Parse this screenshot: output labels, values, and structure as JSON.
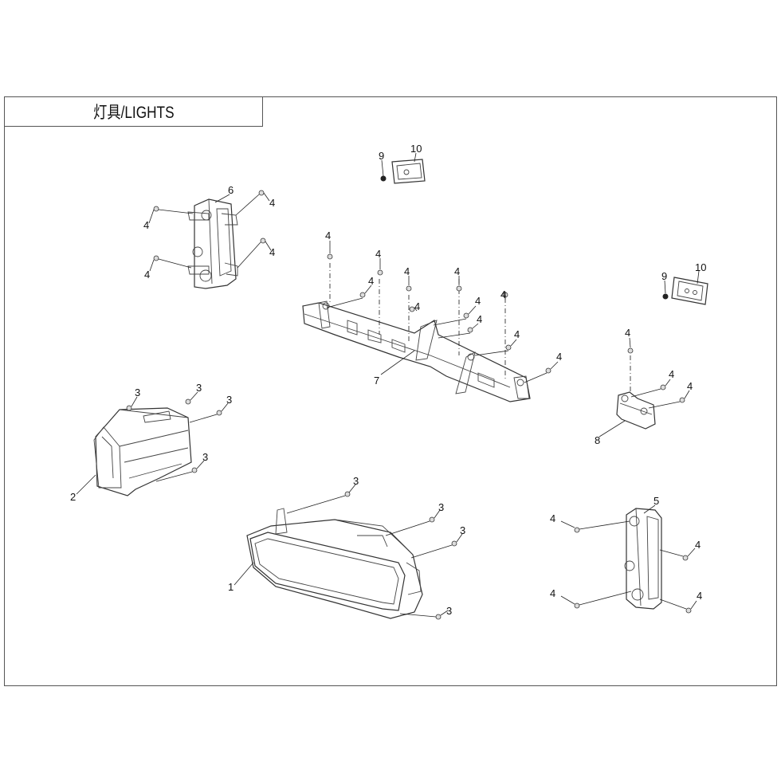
{
  "header": {
    "title": "灯具/LIGHTS"
  },
  "labels": {
    "n1": "1",
    "n2": "2",
    "n3": "3",
    "n4": "4",
    "n5": "5",
    "n6": "6",
    "n7": "7",
    "n8": "8",
    "n9": "9",
    "n10": "10"
  }
}
